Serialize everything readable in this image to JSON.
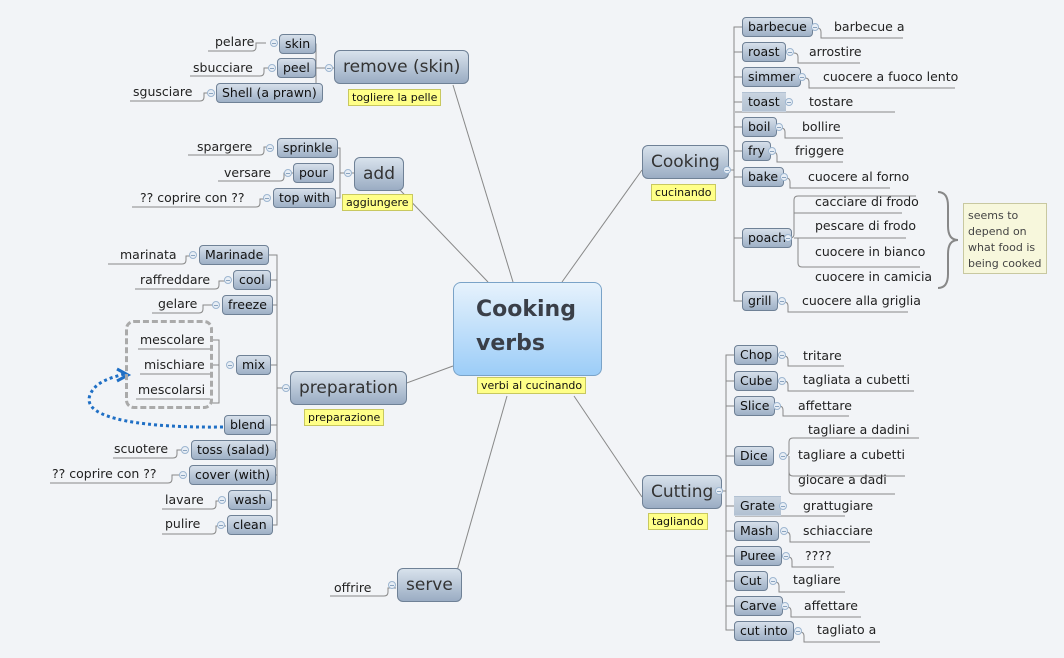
{
  "central": {
    "title_line1": "Cooking",
    "title_line2": "verbs",
    "note": "verbi al cucinando"
  },
  "branches": {
    "remove": {
      "label": "remove (skin)",
      "note": "togliere la pelle",
      "children": [
        {
          "label": "skin",
          "translation": "pelare"
        },
        {
          "label": "peel",
          "translation": "sbucciare"
        },
        {
          "label": "Shell (a prawn)",
          "translation": "sgusciare"
        }
      ]
    },
    "add": {
      "label": "add",
      "note": "aggiungere",
      "children": [
        {
          "label": "sprinkle",
          "translation": "spargere"
        },
        {
          "label": "pour",
          "translation": "versare"
        },
        {
          "label": "top with",
          "translation": "??  coprire con  ??"
        }
      ]
    },
    "preparation": {
      "label": "preparation",
      "note": "preparazione",
      "children": [
        {
          "label": "Marinade",
          "translation": "marinata"
        },
        {
          "label": "cool",
          "translation": "raffreddare"
        },
        {
          "label": "freeze",
          "translation": "gelare"
        },
        {
          "label": "mix",
          "translations": [
            "mescolare",
            "mischiare",
            "mescolarsi"
          ]
        },
        {
          "label": "blend"
        },
        {
          "label": "toss (salad)",
          "translation": "scuotere"
        },
        {
          "label": "cover (with)",
          "translation": "??  coprire con  ??"
        },
        {
          "label": "wash",
          "translation": "lavare"
        },
        {
          "label": "clean",
          "translation": "pulire"
        }
      ]
    },
    "serve": {
      "label": "serve",
      "children": [
        {
          "translation": "offrire"
        }
      ]
    },
    "cooking": {
      "label": "Cooking",
      "note": "cucinando",
      "children": [
        {
          "label": "barbecue",
          "translation": "barbecue a"
        },
        {
          "label": "roast",
          "translation": "arrostire"
        },
        {
          "label": "simmer",
          "translation": "cuocere a fuoco lento"
        },
        {
          "label": "toast",
          "translation": "tostare"
        },
        {
          "label": "boil",
          "translation": "bollire"
        },
        {
          "label": "fry",
          "translation": "friggere"
        },
        {
          "label": "bake",
          "translation": "cuocere al forno"
        },
        {
          "label": "poach",
          "translations": [
            "cacciare di frodo",
            "pescare di frodo",
            "cuocere in bianco",
            "cuocere in camicia"
          ]
        },
        {
          "label": "grill",
          "translation": "cuocere alla griglia"
        }
      ],
      "callout": {
        "lines": [
          "seems to",
          "depend on",
          "what food is",
          "being cooked"
        ]
      }
    },
    "cutting": {
      "label": "Cutting",
      "note": "tagliando",
      "children": [
        {
          "label": "Chop",
          "translation": "tritare"
        },
        {
          "label": "Cube",
          "translation": "tagliata a cubetti"
        },
        {
          "label": "Slice",
          "translation": "affettare"
        },
        {
          "label": "Dice",
          "translations": [
            "tagliare a dadini",
            "tagliare a cubetti",
            "giocare a dadi"
          ]
        },
        {
          "label": "Grate",
          "translation": "grattugiare"
        },
        {
          "label": "Mash",
          "translation": "schiacciare"
        },
        {
          "label": "Puree",
          "translation": "????"
        },
        {
          "label": "Cut",
          "translation": "tagliare"
        },
        {
          "label": "Carve",
          "translation": "affettare"
        },
        {
          "label": "cut into",
          "translation": "tagliato a"
        }
      ]
    }
  },
  "colors": {
    "background": "#f2f4f7",
    "note_bg": "#ffff88",
    "central_top": "#e6f2fc",
    "central_bottom": "#9ccdf8",
    "relationship_arrow": "#1f6fc5"
  }
}
